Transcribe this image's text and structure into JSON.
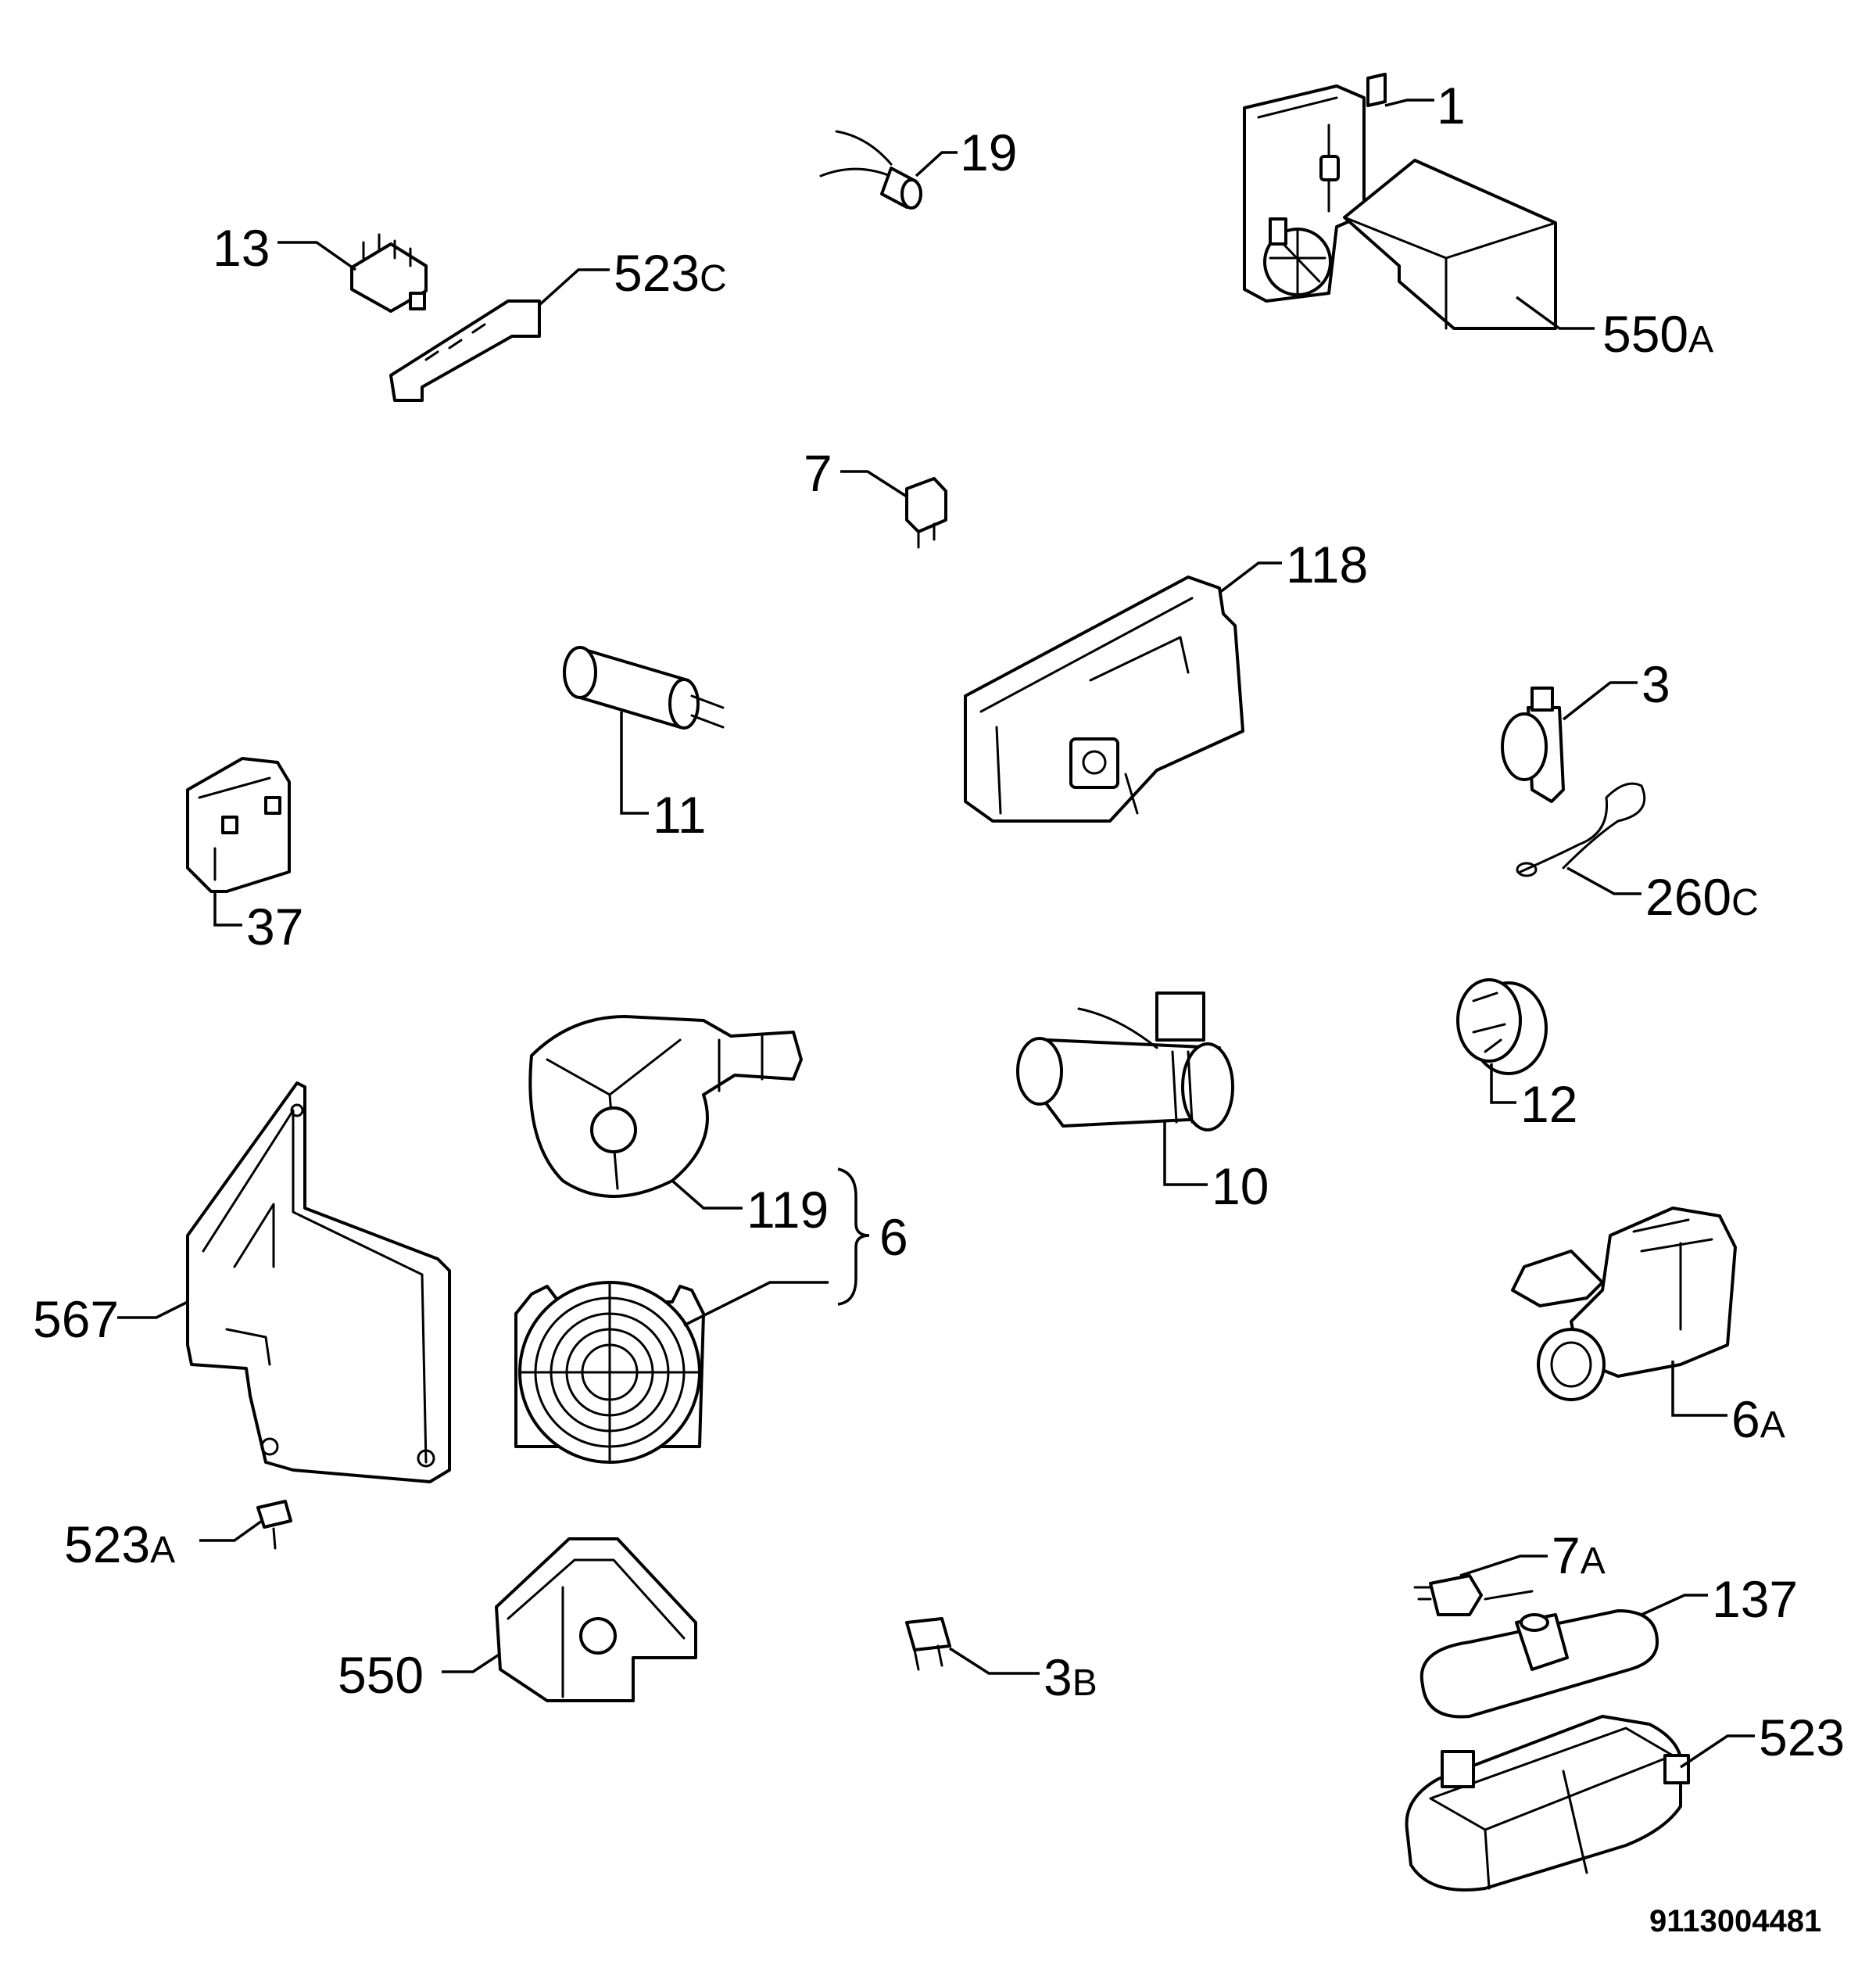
{
  "labels": {
    "l1": "1",
    "l19": "19",
    "l13": "13",
    "l523c_num": "523",
    "l523c_suf": "C",
    "l550a_num": "550",
    "l550a_suf": "A",
    "l7": "7",
    "l118": "118",
    "l3": "3",
    "l11": "11",
    "l37": "37",
    "l260c_num": "260",
    "l260c_suf": "C",
    "l12": "12",
    "l10": "10",
    "l119": "119",
    "l6": "6",
    "l567": "567",
    "l6a_num": "6",
    "l6a_suf": "A",
    "l523a_num": "523",
    "l523a_suf": "A",
    "l7a_num": "7",
    "l7a_suf": "A",
    "l137": "137",
    "l550": "550",
    "l3b_num": "3",
    "l3b_suf": "B",
    "l523": "523"
  },
  "document_number": "9113004481",
  "colors": {
    "line": "#000000",
    "background": "#ffffff"
  }
}
